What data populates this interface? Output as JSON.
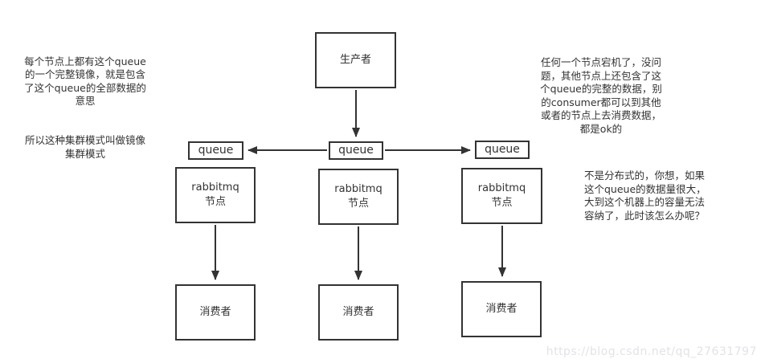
{
  "colors": {
    "line": "#333333",
    "text": "#333333",
    "watermark": "#e3e3e8",
    "background": "#ffffff"
  },
  "annotations": {
    "left_para1": "每个节点上都有这个queue\n的一个完整镜像，就是包含\n了这个queue的全部数据的\n意思",
    "left_para2": "所以这种集群模式叫做镜像\n集群模式",
    "right_top": "任何一个节点宕机了，没问\n题，其他节点上还包含了这\n个queue的完整的数据，别\n的consumer都可以到其他\n或者的节点上去消费数据，\n都是ok的",
    "right_bottom": "不是分布式的，你想，如果\n这个queue的数据量很大，\n大到这个机器上的容量无法\n容纳了，此时该怎么办呢？"
  },
  "diagram": {
    "producer": {
      "label": "生产者"
    },
    "queues": [
      {
        "label": "queue"
      },
      {
        "label": "queue"
      },
      {
        "label": "queue"
      }
    ],
    "nodes": [
      {
        "label": "rabbitmq\n节点"
      },
      {
        "label": "rabbitmq\n节点"
      },
      {
        "label": "rabbitmq\n节点"
      }
    ],
    "consumers": [
      {
        "label": "消费者"
      },
      {
        "label": "消费者"
      },
      {
        "label": "消费者"
      }
    ]
  },
  "watermark": {
    "text": "https://blog.csdn.net/qq_27631797"
  }
}
